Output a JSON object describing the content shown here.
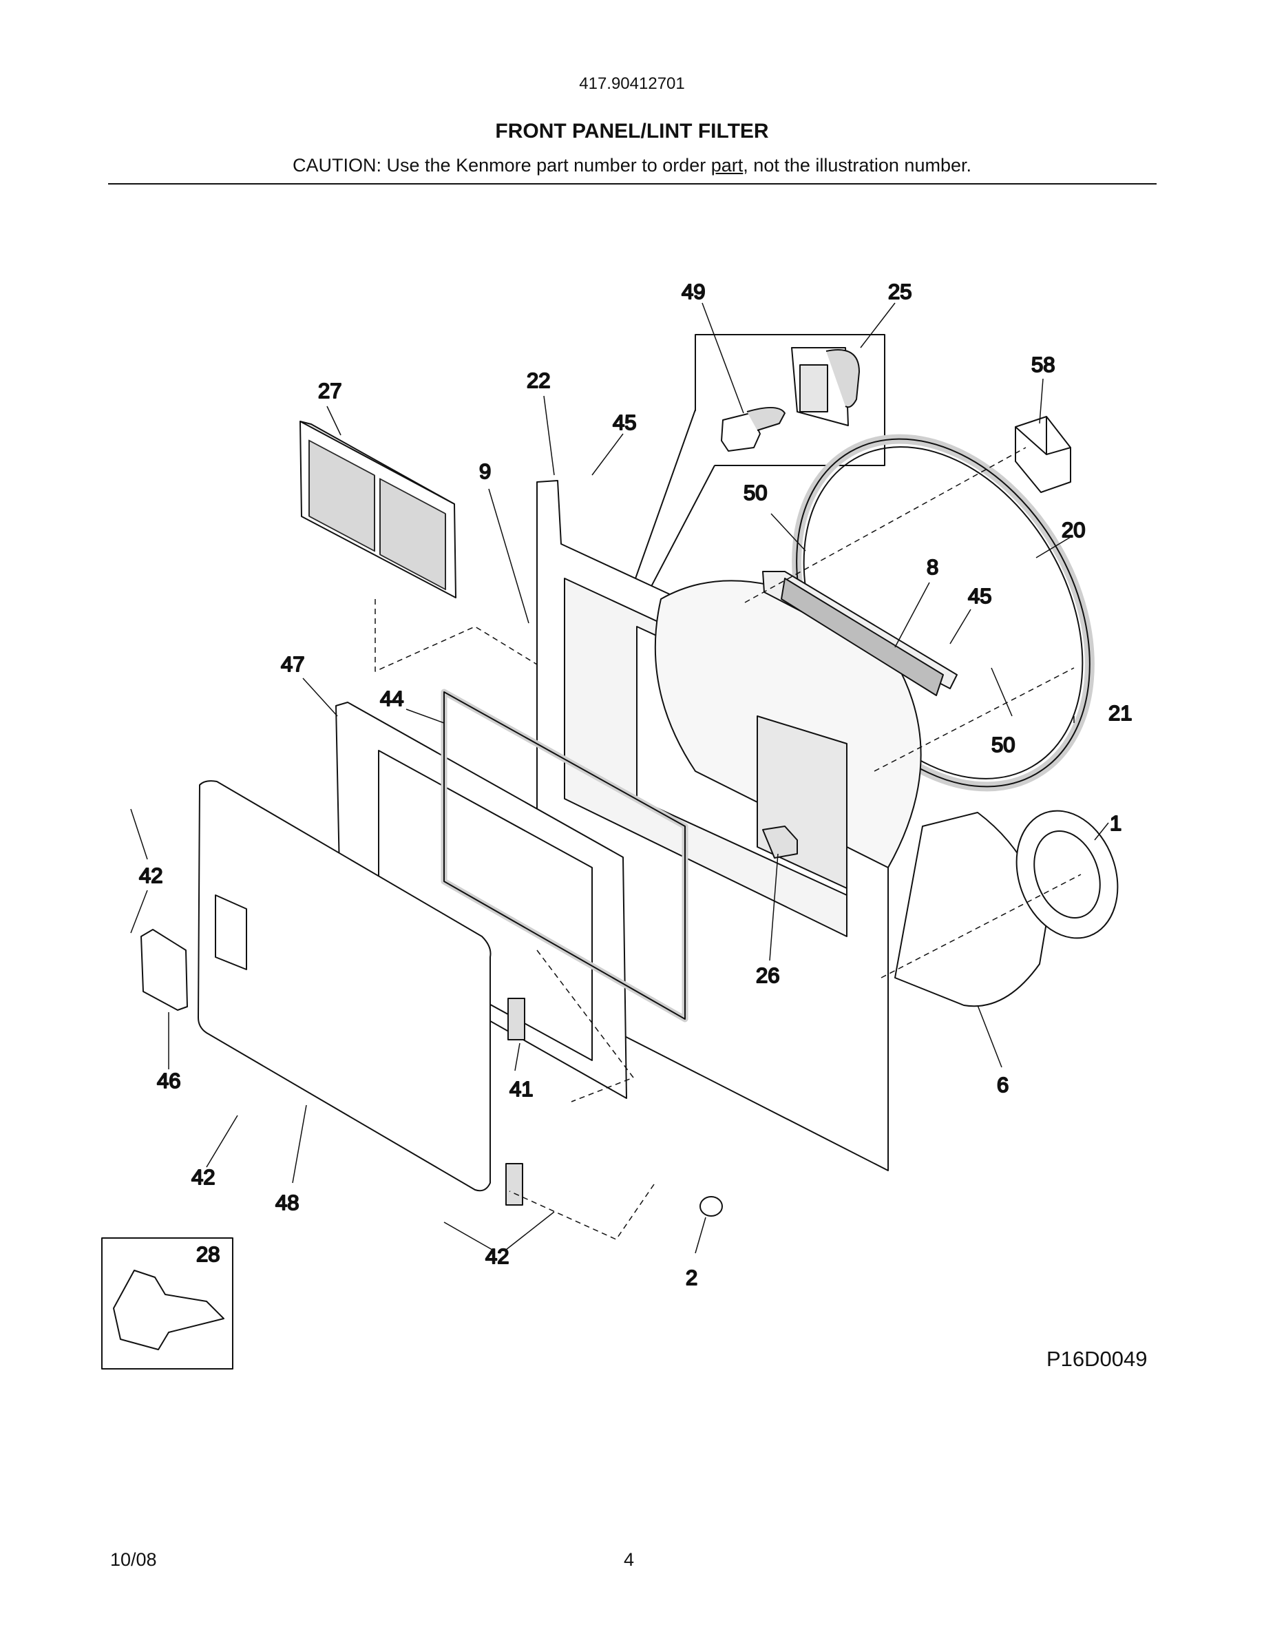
{
  "header": {
    "model_number": "417.90412701",
    "title": "FRONT PANEL/LINT FILTER",
    "caution_prefix": "CAUTION: Use the Kenmore part number to order ",
    "caution_link": "part",
    "caution_suffix": ", not the illustration number."
  },
  "diagram": {
    "callouts": [
      "49",
      "25",
      "58",
      "27",
      "22",
      "45",
      "9",
      "50",
      "20",
      "8",
      "45",
      "47",
      "44",
      "21",
      "50",
      "1",
      "42",
      "26",
      "46",
      "41",
      "6",
      "42",
      "48",
      "42",
      "2",
      "28"
    ],
    "drawing_code": "P16D0049"
  },
  "footer": {
    "date": "10/08",
    "page": "4"
  }
}
